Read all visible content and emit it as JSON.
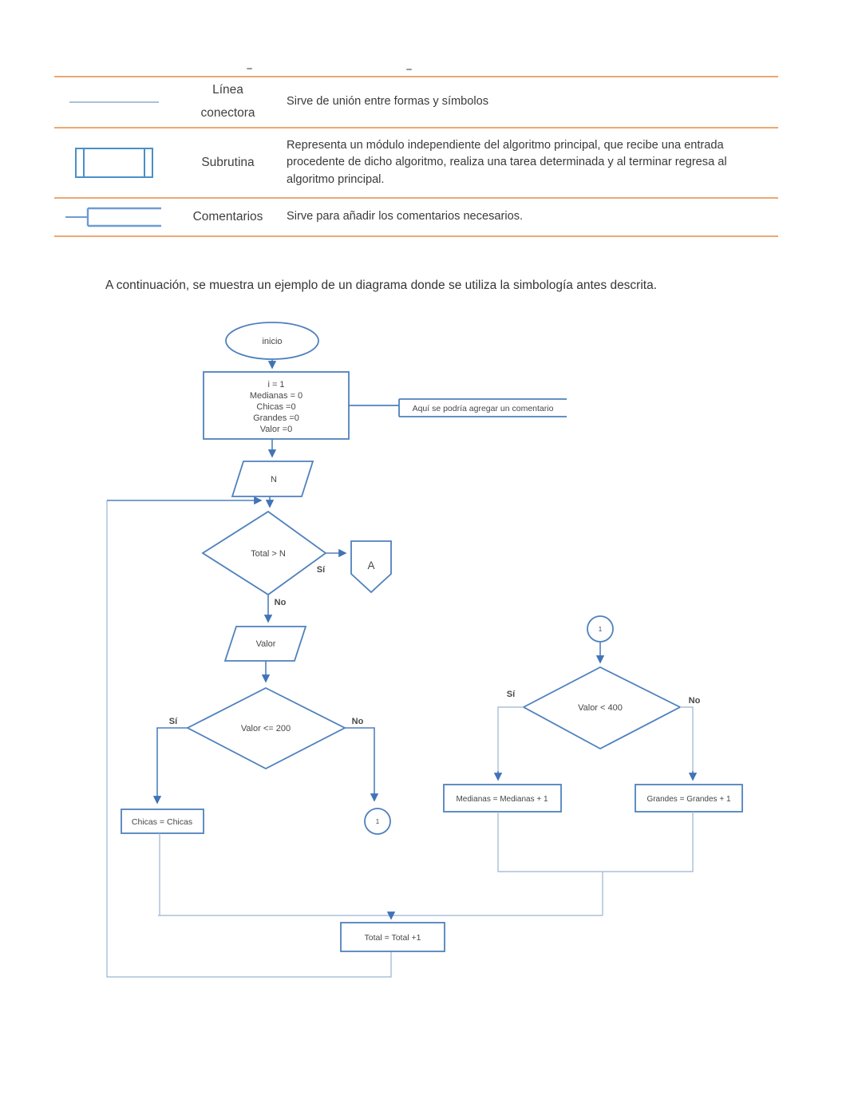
{
  "symbol_table": {
    "rows": [
      {
        "symbol": "connector-line",
        "label": "Línea conectora",
        "description": "Sirve de unión entre formas y símbolos"
      },
      {
        "symbol": "subroutine",
        "label": "Subrutina",
        "description": "Representa un módulo independiente del algoritmo principal, que recibe una entrada procedente de dicho algoritmo, realiza una tarea determinada y al terminar regresa al algoritmo principal."
      },
      {
        "symbol": "comment",
        "label": "Comentarios",
        "description": "Sirve para añadir los comentarios necesarios."
      }
    ],
    "rule_color": "#eba873",
    "symbol_color": "#4a8fc7"
  },
  "intro": {
    "text": "A continuación, se muestra un ejemplo de un diagrama donde se utiliza la simbología antes descrita."
  },
  "flowchart": {
    "colors": {
      "shape_stroke": "#4f81bd",
      "arrow_fill": "#4173b8",
      "light_line": "#9ab3d0",
      "branch_label": "#2aa9e0"
    },
    "nodes": {
      "start": "inicio",
      "init_lines": [
        "i = 1",
        "Medianas = 0",
        "Chicas =0",
        "Grandes =0",
        "Valor =0"
      ],
      "comment": "Aquí se podría agregar  un comentario",
      "input_n": "N",
      "decision_total": "Total > N",
      "offpage_connector": "A",
      "input_valor": "Valor",
      "decision_200": "Valor <= 200",
      "chicas": "Chicas = Chicas",
      "connector_label": "1",
      "decision_400": "Valor < 400",
      "medianas": "Medianas = Medianas + 1",
      "grandes": "Grandes = Grandes + 1",
      "total": "Total = Total +1"
    },
    "labels": {
      "yes": "Sí",
      "no": "No"
    }
  }
}
